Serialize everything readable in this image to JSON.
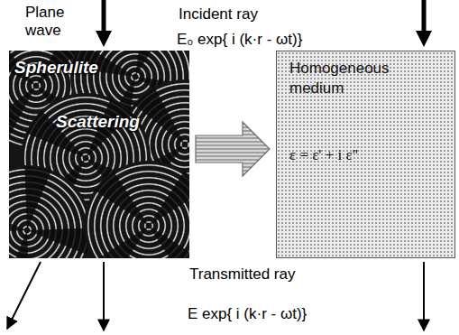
{
  "diagram": {
    "nodes": [
      {
        "text": [
          "Spherulite",
          "Scattering"
        ]
      },
      {
        "text": [
          "Homogeneous medium",
          "ε = ε' + i ε''"
        ]
      }
    ],
    "edges": [
      {
        "from": 0,
        "to": 1,
        "arrow": "to"
      }
    ],
    "labels": [
      "Plane wave",
      "Incident ray",
      "E₀ exp{ i (k·r - ωt)}",
      "Transmitted ray",
      "E exp{ i (k·r - ωt)}"
    ]
  }
}
